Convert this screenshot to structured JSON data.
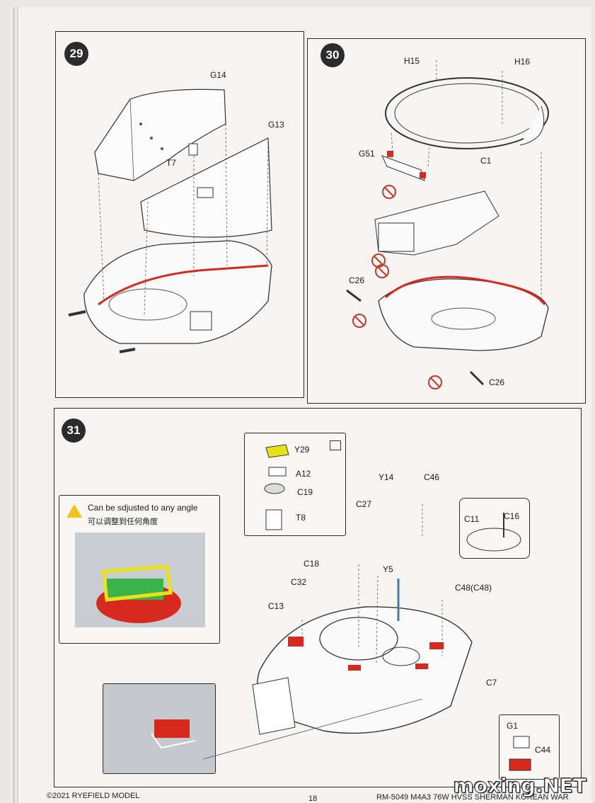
{
  "steps": {
    "s29": {
      "number": "29",
      "labels": {
        "g14": "G14",
        "g13": "G13",
        "t7": "T7"
      }
    },
    "s30": {
      "number": "30",
      "labels": {
        "h15": "H15",
        "h16": "H16",
        "g51": "G51",
        "c1": "C1",
        "c26_top": "C26",
        "c26_bottom": "C26"
      }
    },
    "s31": {
      "number": "31",
      "labels": {
        "y29": "Y29",
        "a12": "A12",
        "c19": "C19",
        "t8": "T8",
        "y14": "Y14",
        "c46": "C46",
        "c27": "C27",
        "c11": "C11",
        "c16": "C16",
        "c18": "C18",
        "y5": "Y5",
        "c32": "C32",
        "c13": "C13",
        "c48": "C48(C48)",
        "c7": "C7",
        "g1": "G1",
        "c44": "C44"
      },
      "note": {
        "line1": "Can be sdjusted to any angle",
        "line2": "可以调整到任何角度"
      }
    }
  },
  "footer": {
    "copyright": "©2021 RYEFIELD MODEL",
    "page": "18",
    "title": "RM-5049 M4A3 76W HVSS SHERMAN KOREAN WAR"
  },
  "watermark": "moxing.NET",
  "colors": {
    "accent_red": "#d62a1f",
    "highlight_yellow": "#e8e21a",
    "highlight_green": "#3ab54a",
    "prohibit_red": "#c0392b"
  }
}
